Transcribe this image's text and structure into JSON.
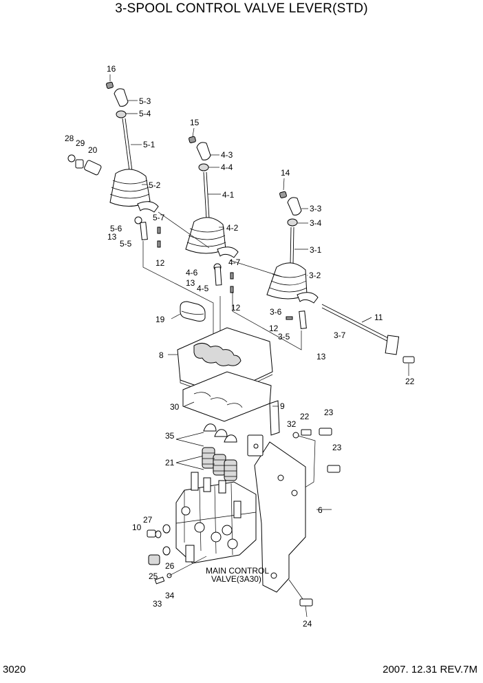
{
  "title": "3-SPOOL CONTROL VALVE LEVER(STD)",
  "page_number": "3020",
  "revision": "2007. 12.31  REV.7M",
  "annotation": [
    "MAIN CONTROL",
    "VALVE(3A30)"
  ],
  "callouts": {
    "c16": "16",
    "c5_3": "5-3",
    "c5_4": "5-4",
    "c28": "28",
    "c29": "29",
    "c20": "20",
    "c5_1": "5-1",
    "c15": "15",
    "c4_3": "4-3",
    "c4_4": "4-4",
    "c5_2": "5-2",
    "c14": "14",
    "c4_1": "4-1",
    "c3_3": "3-3",
    "c3_4": "3-4",
    "c5_7": "5-7",
    "c5_6": "5-6",
    "c13a": "13",
    "c5_5": "5-5",
    "c4_2": "4-2",
    "c3_1": "3-1",
    "c12a": "12",
    "c4_7": "4-7",
    "c4_6": "4-6",
    "c13b": "13",
    "c4_5": "4-5",
    "c3_2": "3-2",
    "c12b": "12",
    "c11": "11",
    "c3_6": "3-6",
    "c19": "19",
    "c12c": "12",
    "c3_5": "3-5",
    "c3_7": "3-7",
    "c13c": "13",
    "c8": "8",
    "c22a": "22",
    "c30": "30",
    "c9": "9",
    "c32": "32",
    "c22b": "22",
    "c23a": "23",
    "c35": "35",
    "c23b": "23",
    "c21": "21",
    "c6": "6",
    "c27": "27",
    "c10": "10",
    "c26": "26",
    "c25": "25",
    "c34": "34",
    "c33": "33",
    "c24": "24"
  }
}
